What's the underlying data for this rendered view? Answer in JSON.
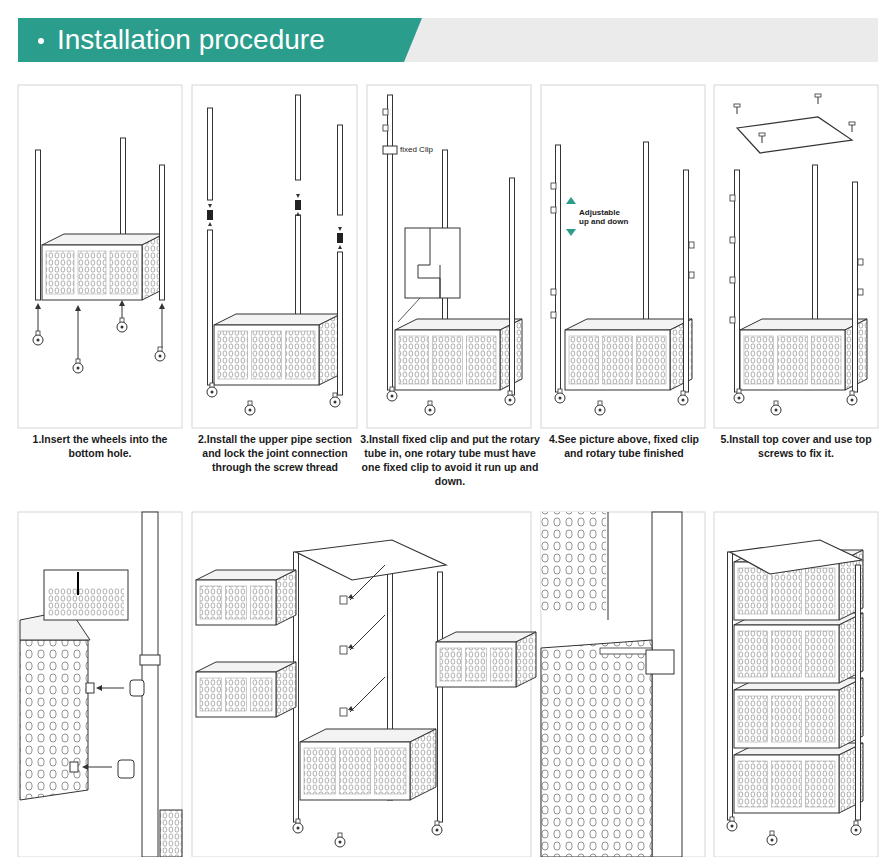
{
  "diagram": {
    "title": "Installation procedure",
    "labels": [
      "fixed Clip",
      "Adjustable up and down",
      "1.Insert the wheels into the bottom hole.",
      "2.Install the upper pipe section and lock the joint connection through the screw thread",
      "3.Install fixed clip and put the rotary tube in, one rotary tube must have one fixed clip to avoid it run up and down.",
      "4.See picture above, fixed clip and rotary tube finished",
      "5.Install top cover and use top screws to fix it."
    ]
  }
}
